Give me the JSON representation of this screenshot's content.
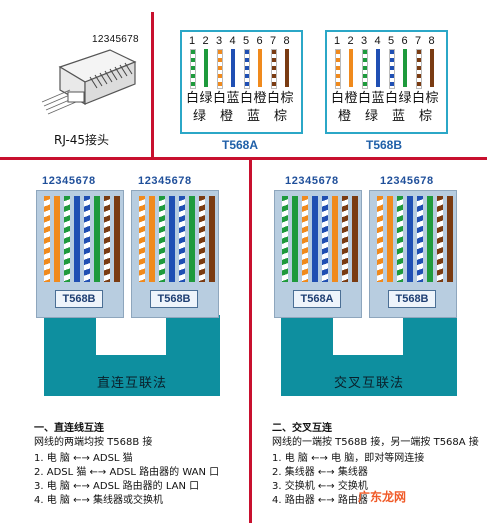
{
  "rj45": {
    "pin_code": "12345678",
    "label": "RJ-45接头"
  },
  "standards": [
    {
      "name": "T568A",
      "pins": [
        "1",
        "2",
        "3",
        "4",
        "5",
        "6",
        "7",
        "8"
      ],
      "row1": [
        "白",
        "绿",
        "白",
        "蓝",
        "白",
        "橙",
        "白",
        "棕"
      ],
      "row2": [
        "绿",
        "",
        "橙",
        "",
        "蓝",
        "",
        "棕",
        ""
      ],
      "wire_colors": [
        "#ffffff",
        "#1e9a3c",
        "#ffffff",
        "#1f4fb3",
        "#ffffff",
        "#f08a1d",
        "#ffffff",
        "#7a3b12"
      ],
      "stripe_colors": [
        "#1e9a3c",
        "#1e9a3c",
        "#f08a1d",
        "#1f4fb3",
        "#1f4fb3",
        "#f08a1d",
        "#7a3b12",
        "#7a3b12"
      ]
    },
    {
      "name": "T568B",
      "pins": [
        "1",
        "2",
        "3",
        "4",
        "5",
        "6",
        "7",
        "8"
      ],
      "row1": [
        "白",
        "橙",
        "白",
        "蓝",
        "白",
        "绿",
        "白",
        "棕"
      ],
      "row2": [
        "橙",
        "",
        "绿",
        "",
        "蓝",
        "",
        "棕",
        ""
      ],
      "wire_colors": [
        "#ffffff",
        "#f08a1d",
        "#ffffff",
        "#1f4fb3",
        "#ffffff",
        "#1e9a3c",
        "#ffffff",
        "#7a3b12"
      ],
      "stripe_colors": [
        "#f08a1d",
        "#f08a1d",
        "#1e9a3c",
        "#1f4fb3",
        "#1f4fb3",
        "#1e9a3c",
        "#7a3b12",
        "#7a3b12"
      ]
    }
  ],
  "panels": [
    {
      "pin_row": "12345678",
      "left_tag": "T568B",
      "right_tag": "T568B",
      "band_label": "直连互联法"
    },
    {
      "pin_row": "12345678",
      "left_tag": "T568A",
      "right_tag": "T568B",
      "band_label": "交叉互联法"
    }
  ],
  "instructions": {
    "straight": {
      "title": "一、直连线互连",
      "subtitle": "网线的两端均按 T568B 接",
      "items": [
        {
          "n": "1.",
          "a": "电  脑",
          "b": "ADSL 猫"
        },
        {
          "n": "2.",
          "a": "ADSL 猫",
          "b": "ADSL 路由器的 WAN 口"
        },
        {
          "n": "3.",
          "a": "电  脑",
          "b": "ADSL 路由器的 LAN 口"
        },
        {
          "n": "4.",
          "a": "电  脑",
          "b": "集线器或交换机"
        }
      ]
    },
    "cross": {
      "title": "二、交叉互连",
      "subtitle": "网线的一端按 T568B 接，另一端按 T568A 接",
      "items": [
        {
          "n": "1.",
          "a": "电  脑",
          "b": "电  脑，即对等网连接"
        },
        {
          "n": "2.",
          "a": "集线器",
          "b": "集线器"
        },
        {
          "n": "3.",
          "a": "交换机",
          "b": "交换机"
        },
        {
          "n": "4.",
          "a": "路由器",
          "b": "路由器"
        }
      ]
    }
  },
  "watermark": {
    "text": "广东龙网"
  },
  "colors": {
    "divider": "#c8102e",
    "box_border": "#2ba7c7",
    "band": "#0e8f9f",
    "tag_text": "#1f3f73"
  }
}
